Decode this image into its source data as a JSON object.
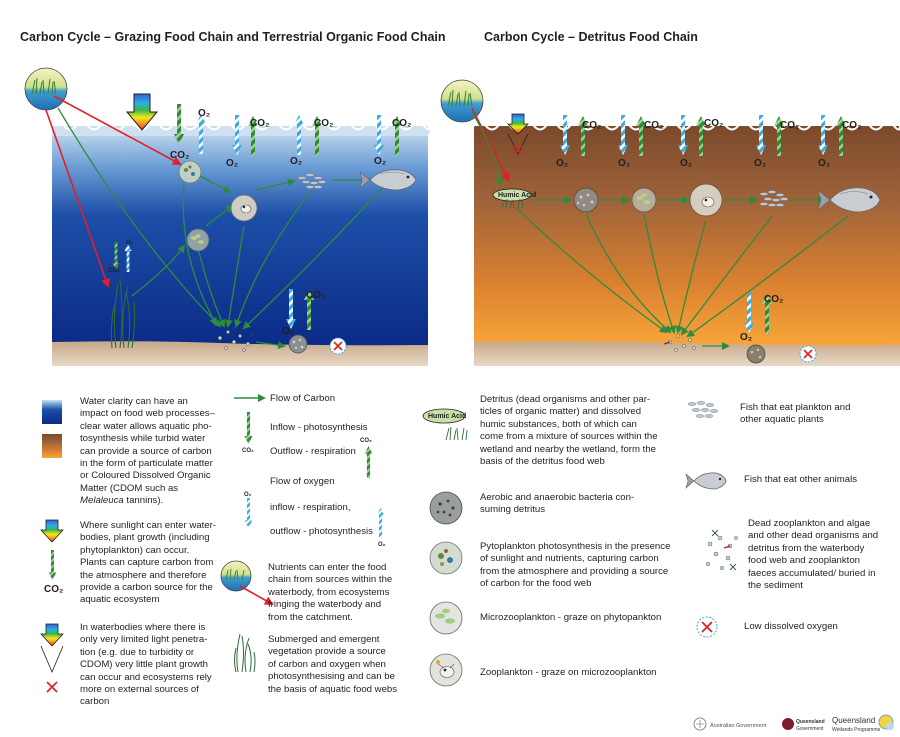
{
  "titles": {
    "left": "Carbon Cycle – Grazing Food Chain and Terrestrial Organic Food Chain",
    "right": "Carbon Cycle – Detritus Food Chain"
  },
  "gas": {
    "co2": "CO₂",
    "o2": "O₂",
    "humic_acid": "Humic Acid"
  },
  "legend": {
    "water_clarity": [
      "Water clarity can have an",
      "impact on food web processes–",
      "clear water allows aquatic pho-",
      "tosynthesis while turbid water",
      "can provide a source of carbon",
      "in the form of particulate matter",
      "or Coloured Dissolved Organic",
      "Matter (CDOM such as"
    ],
    "water_clarity_last_italic": "Melaleuca",
    "water_clarity_last_rest": " tannins).",
    "sunlight": [
      "Where sunlight can enter water-",
      "bodies, plant growth (including",
      "phytoplankton) can occur.",
      "Plants can capture carbon from",
      "the atmosphere and therefore",
      "provide a carbon source for the",
      "aquatic ecosystem"
    ],
    "limited_light": [
      "In waterbodies where there is",
      "only very limited light penetra-",
      "tion (e.g. due to turbidity or",
      "CDOM) very little plant growth",
      "can occur and ecosystems rely",
      "more on external sources of",
      "carbon"
    ],
    "flow_carbon": "Flow of Carbon",
    "inflow_photo": "Inflow - photosynthesis",
    "outflow_resp": "Outflow - respiration",
    "flow_oxygen": "Flow of oxygen",
    "inflow_resp": "inflow - respiration,",
    "outflow_photo": "outflow - photosynthesis",
    "nutrients": [
      "Nutrients can enter the food",
      "chain  from sources within the",
      "waterbody, from ecosystems",
      "fringing the waterbody and",
      "from the catchment."
    ],
    "vegetation": [
      "Submerged and emergent",
      "vegetation provide a source",
      "of carbon and oxygen when",
      "photosynthesising and can be",
      "the basis of aquatic food webs"
    ],
    "detritus": [
      "Detritus (dead organisms and other par-",
      "ticles of organic matter) and dissolved",
      "humic substances, both of which can",
      "come from a mixture of sources within the",
      "wetland and nearby the wetland,  form the",
      "basis of the detritus food web"
    ],
    "bacteria": [
      "Aerobic and anaerobic bacteria  con-",
      "suming detritus"
    ],
    "phytoplankton": [
      "Pytoplankton photosynthesis in the presence",
      "of sunlight and nutrients, capturing carbon",
      "from the atmosphere and providing a source",
      "of carbon for the food web"
    ],
    "microzooplankton": "Microzooplankton - graze on phytopankton",
    "zooplankton": "Zooplankton - graze on microzooplankton",
    "fish_plankton": [
      "Fish that eat plankton and",
      "other aquatic plants"
    ],
    "fish_animals": "Fish that eat other animals",
    "dead_zooplankton": [
      "Dead zooplankton and algae",
      "and other dead organisms and",
      "detritus from the waterbody",
      "food web and zooplankton",
      "faeces accumulated/ buried in",
      "the sediment"
    ],
    "low_oxygen": "Low dissolved oxygen"
  },
  "logos": {
    "aus_gov": "Australian Government",
    "qld_gov_1": "Queensland",
    "qld_gov_2": "Government",
    "qld_wet_1": "Queensland",
    "qld_wet_2": "Wetlands Programme"
  },
  "colors": {
    "carbon_arrow": "#2e8b3e",
    "nutrient_arrow": "#e21f26",
    "oxygen_arrow": "#3aaee0",
    "clear_water_top": "#c9dcef",
    "clear_water_bottom": "#0b2e8c",
    "turbid_water_top": "#8b5a3a",
    "turbid_water_bottom": "#f59a2c"
  }
}
